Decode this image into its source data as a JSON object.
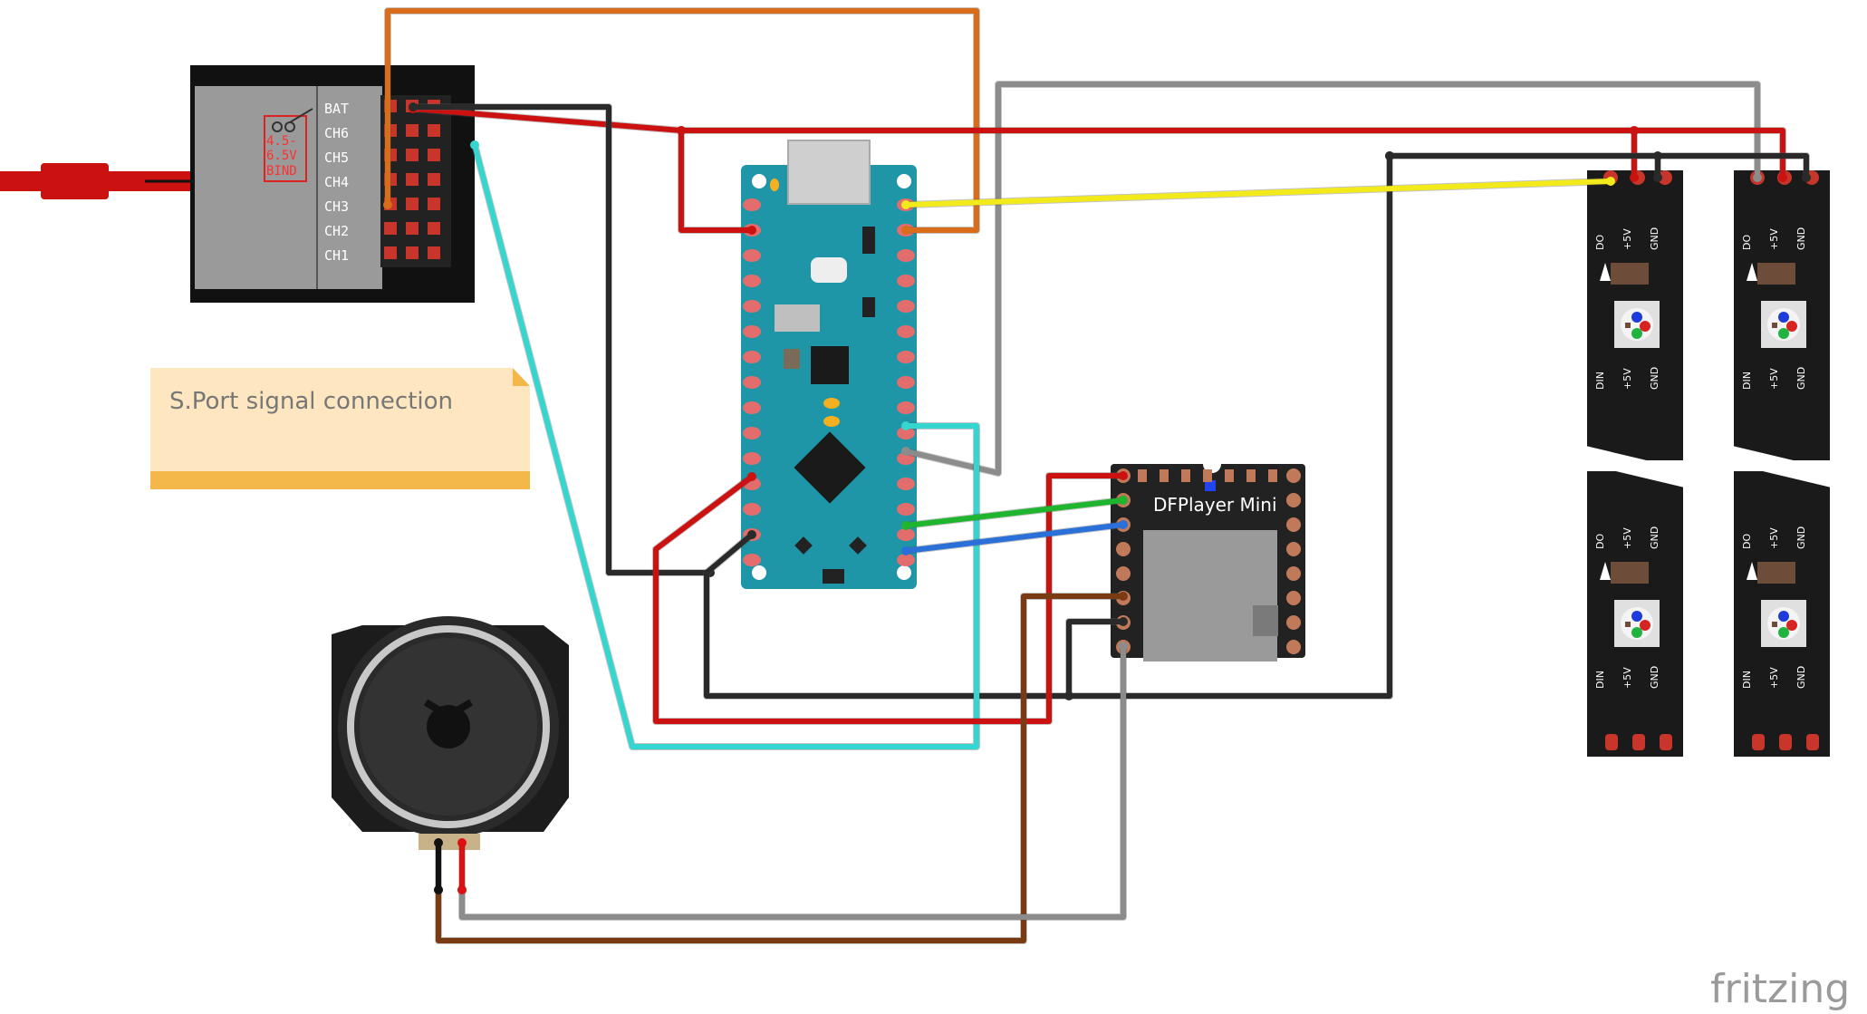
{
  "receiver": {
    "pins": [
      "BAT",
      "CH6",
      "CH5",
      "CH4",
      "CH3",
      "CH2",
      "CH1"
    ],
    "voltage_line1": "4.5-",
    "voltage_line2": "6.5V",
    "bind_label": "BIND"
  },
  "note": {
    "text": "S.Port signal connection"
  },
  "dfplayer": {
    "title": "DFPlayer Mini"
  },
  "led_strips": {
    "top_labels": [
      "DO",
      "+5V",
      "GND"
    ],
    "bottom_labels": [
      "DIN",
      "+5V",
      "GND"
    ]
  },
  "branding": {
    "text": "fritzing"
  },
  "colors": {
    "wire_red": "#cc1111",
    "wire_black": "#2a2a2a",
    "wire_orange": "#d96d1a",
    "wire_gray": "#8c8c8c",
    "wire_yellow": "#f2ea1a",
    "wire_cyan": "#35d6d0",
    "wire_green": "#1fb52e",
    "wire_blue": "#2b6fd8",
    "wire_brown": "#7a3b12",
    "arduino_board": "#1f96a8",
    "receiver_body": "#9a9a9a",
    "note_fill": "#fde6c0",
    "note_bar": "#f4b84a"
  }
}
